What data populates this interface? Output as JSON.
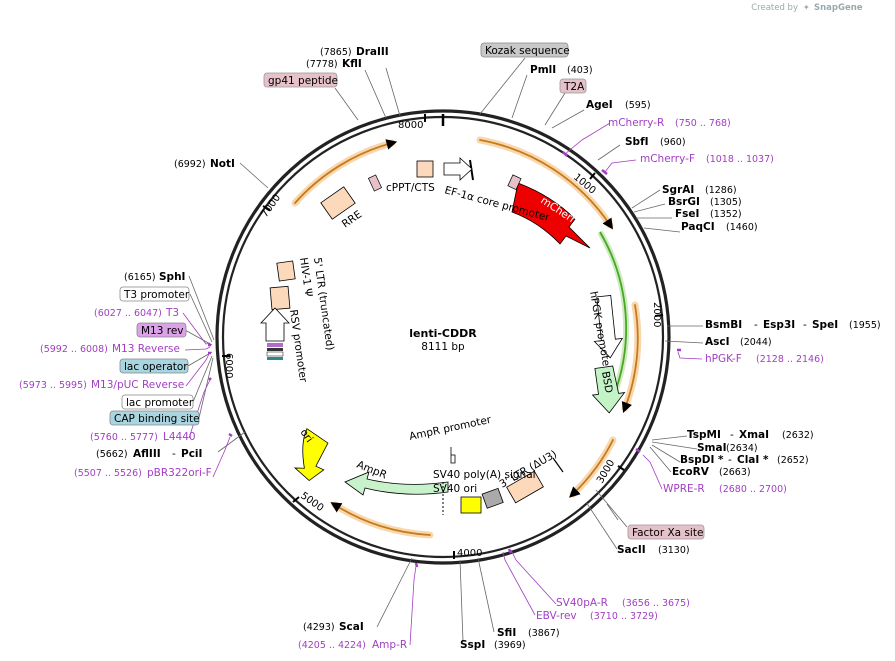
{
  "brand": {
    "created_by": "Created by",
    "name": "SnapGene"
  },
  "plasmid": {
    "name": "lenti-CDDR",
    "length": "8111 bp"
  },
  "ticks": [
    "1000",
    "2000",
    "3000",
    "4000",
    "5000",
    "6000",
    "7000",
    "8000"
  ],
  "enzymes": {
    "draiii": {
      "name": "DraIII",
      "pos": "(7865)"
    },
    "kfli": {
      "name": "KflI",
      "pos": "(7778)"
    },
    "noti": {
      "name": "NotI",
      "pos": "(6992)"
    },
    "pmli": {
      "name": "PmlI",
      "pos": "(403)"
    },
    "agei": {
      "name": "AgeI",
      "pos": "(595)"
    },
    "sbfi": {
      "name": "SbfI",
      "pos": "(960)"
    },
    "sgrai": {
      "name": "SgrAI",
      "pos": "(1286)"
    },
    "bsrgi": {
      "name": "BsrGI",
      "pos": "(1305)"
    },
    "fsei": {
      "name": "FseI",
      "pos": "(1352)"
    },
    "paqci": {
      "name": "PaqCI",
      "pos": "(1460)"
    },
    "bsmbi": {
      "name": "BsmBI",
      "sep1": "-",
      "name2": "Esp3I",
      "sep2": "-",
      "name3": "SpeI",
      "pos": "(1955)"
    },
    "asci": {
      "name": "AscI",
      "pos": "(2044)"
    },
    "tspmi": {
      "name": "TspMI",
      "sep": "-",
      "name2": "XmaI",
      "pos": "(2632)"
    },
    "smai": {
      "name": "SmaI",
      "pos": "(2634)"
    },
    "bspdi": {
      "name": "BspDI *",
      "sep": "-",
      "name2": "ClaI *",
      "pos": "(2652)"
    },
    "ecorv": {
      "name": "EcoRV",
      "pos": "(2663)"
    },
    "sacii": {
      "name": "SacII",
      "pos": "(3130)"
    },
    "sfii": {
      "name": "SfiI",
      "pos": "(3867)"
    },
    "sspi": {
      "name": "SspI",
      "pos": "(3969)"
    },
    "scai": {
      "name": "ScaI",
      "pos": "(4293)"
    },
    "aflIII": {
      "name": "AflIII",
      "sep": "-",
      "name2": "PciI",
      "pos": "(5662)"
    },
    "sphi": {
      "name": "SphI",
      "pos": "(6165)"
    }
  },
  "primers": {
    "mcherry_r": {
      "name": "mCherry-R",
      "pos": "(750 .. 768)"
    },
    "mcherry_f": {
      "name": "mCherry-F",
      "pos": "(1018 .. 1037)"
    },
    "hpgk_f": {
      "name": "hPGK-F",
      "pos": "(2128 .. 2146)"
    },
    "wpre_r": {
      "name": "WPRE-R",
      "pos": "(2680 .. 2700)"
    },
    "sv40pa_r": {
      "name": "SV40pA-R",
      "pos": "(3656 .. 3675)"
    },
    "ebv_rev": {
      "name": "EBV-rev",
      "pos": "(3710 .. 3729)"
    },
    "amp_r": {
      "name": "Amp-R",
      "pos": "(4205 .. 4224)"
    },
    "pbr322ori_f": {
      "name": "pBR322ori-F",
      "pos": "(5507 .. 5526)"
    },
    "l4440": {
      "name": "L4440",
      "pos": "(5760 .. 5777)"
    },
    "m13puc_rev": {
      "name": "M13/pUC Reverse",
      "pos": "(5973 .. 5995)"
    },
    "m13_reverse": {
      "name": "M13 Reverse",
      "pos": "(5992 .. 6008)"
    },
    "t3": {
      "name": "T3",
      "pos": "(6027 .. 6047)"
    }
  },
  "boxed": {
    "kozak": "Kozak sequence",
    "gp41": "gp41 peptide",
    "t2a": "T2A",
    "t3_promoter": "T3 promoter",
    "m13_rev": "M13 rev",
    "lac_operator": "lac operator",
    "lac_promoter": "lac promoter",
    "cap_binding": "CAP binding site",
    "factor_xa": "Factor Xa site"
  },
  "features": {
    "rre": "RRE",
    "cppt": "cPPT/CTS",
    "ef1a": "EF-1α core promoter",
    "mcherry": "mCherry",
    "hpgk": "hPGK promoter",
    "bsd": "BSD",
    "hiv_psi": "HIV-1 Ψ",
    "ltr_trunc": "5' LTR (truncated)",
    "rsv": "RSV promoter",
    "ampr_promoter": "AmpR promoter",
    "sv40_polya": "SV40 poly(A) signal",
    "sv40_ori": "SV40 ori",
    "ltr3": "3' LTR (ΔU3)",
    "ampr": "AmpR",
    "ori": "ori"
  },
  "colors": {
    "ring": "#222222",
    "primer": "#a23ec2",
    "mcherry": "#ee0000",
    "bsd": "#c5f3c8",
    "hpgk_arc": "#44aa22",
    "ori": "#ffff00",
    "ampr": "#c8f2cc",
    "orf_arc": "#c77a1a",
    "feature_peach": "#fcd9bb",
    "boxed_grey": "#c8c8c8",
    "boxed_pink": "#e6c1c9",
    "boxed_blue": "#a8d5e0",
    "boxed_purple": "#dba2e8"
  }
}
